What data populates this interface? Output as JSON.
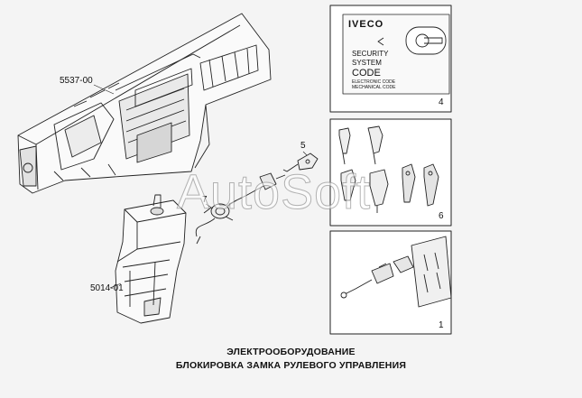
{
  "callouts": {
    "dashboard": "5537-00",
    "column_cover": "5014-01",
    "key": "5",
    "switch": "7",
    "panel_code_card": "4",
    "panel_lock_set": "6",
    "panel_key_kit": "1"
  },
  "code_card": {
    "brand": "IVECO",
    "line1": "SECURITY",
    "line2": "SYSTEM",
    "line3": "CODE",
    "line4": "ELECTRONIC CODE",
    "line5": "MECHANICAL CODE"
  },
  "caption": {
    "line1": "ЭЛЕКТРООБОРУДОВАНИЕ",
    "line2": "БЛОКИРОВКА ЗАМКА РУЛЕВОГО УПРАВЛЕНИЯ"
  },
  "watermark": "AutoSoft"
}
